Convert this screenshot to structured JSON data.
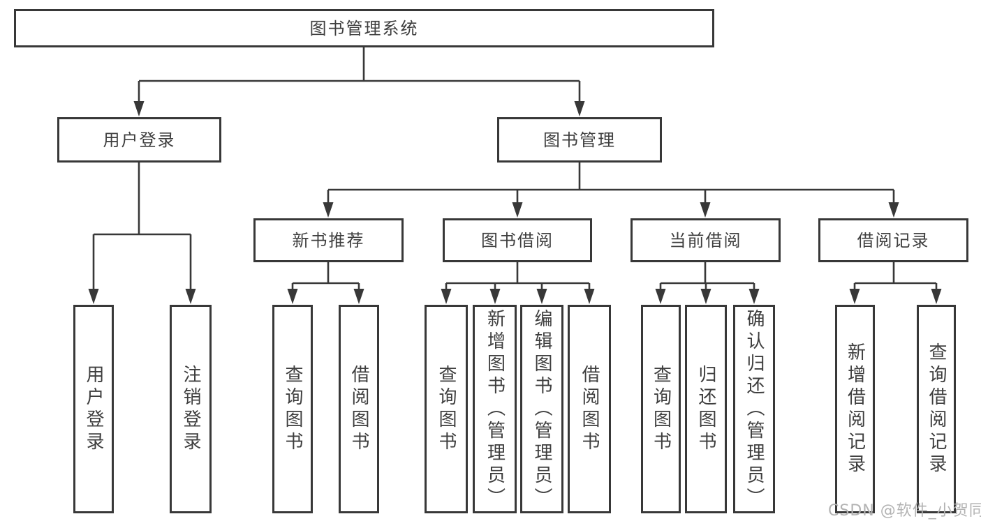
{
  "diagram": {
    "type": "hierarchy-tree",
    "title": "图书管理系统",
    "branches": [
      {
        "label": "用户登录",
        "children": [
          "用户登录",
          "注销登录"
        ]
      },
      {
        "label": "图书管理",
        "children": [
          {
            "label": "新书推荐",
            "children": [
              "查询图书",
              "借阅图书"
            ]
          },
          {
            "label": "图书借阅",
            "children": [
              "查询图书",
              "新增图书（管理员）",
              "编辑图书（管理员）",
              "借阅图书"
            ]
          },
          {
            "label": "当前借阅",
            "children": [
              "查询图书",
              "归还图书",
              "确认归还（管理员）"
            ]
          },
          {
            "label": "借阅记录",
            "children": [
              "新增借阅记录",
              "查询借阅记录"
            ]
          }
        ]
      }
    ]
  },
  "watermark": {
    "text": "CSDN @软件_小贺同学"
  },
  "colors": {
    "line": "#383838",
    "text": "#3e3e3e",
    "watermark": "#b3b3b3",
    "background": "#ffffff"
  }
}
